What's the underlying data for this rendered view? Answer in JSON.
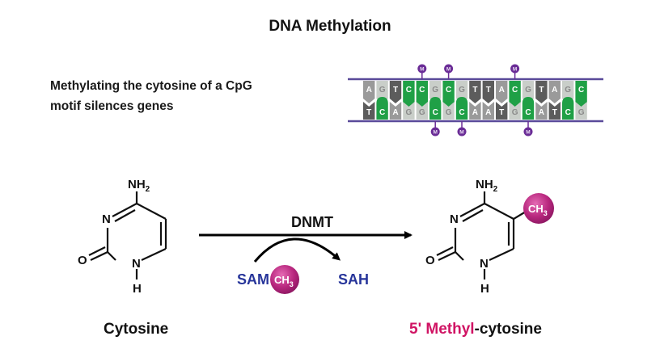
{
  "title": "DNA Methylation",
  "description": "Methylating the cytosine of a CpG motif silences genes",
  "description_lines": [
    "Methylating the cytosine of a CpG",
    "motif silences genes"
  ],
  "dna": {
    "top_strand": [
      "A",
      "G",
      "T",
      "C",
      "C",
      "G",
      "C",
      "G",
      "T",
      "T",
      "A",
      "C",
      "G",
      "T",
      "A",
      "G",
      "C"
    ],
    "bottom_strand": [
      "T",
      "C",
      "A",
      "G",
      "G",
      "C",
      "G",
      "C",
      "A",
      "A",
      "T",
      "G",
      "C",
      "A",
      "T",
      "C",
      "G"
    ],
    "methylated_top_indices": [
      4,
      6,
      11
    ],
    "methylated_bottom_indices": [
      5,
      7,
      12
    ],
    "methyl_marker_label": "M",
    "colors": {
      "C": "#1fa046",
      "G": "#c9cec9",
      "A": "#9a9a9a",
      "T": "#5c5c5c",
      "backbone": "#5a4a9a",
      "marker": "#6a2c96"
    }
  },
  "reaction": {
    "enzyme": "DNMT",
    "donor": "SAM",
    "product": "SAH",
    "methyl_group": "CH",
    "methyl_subscript": "3",
    "donor_color": "#27359a",
    "methyl_color": "#b8277e"
  },
  "molecules": {
    "amino_label": "NH",
    "amino_subscript": "2",
    "n_label": "N",
    "o_label": "O",
    "h_label": "H"
  },
  "labels": {
    "cytosine": "Cytosine",
    "methyl_prefix": "5' Methyl",
    "methyl_suffix": "-cytosine"
  }
}
